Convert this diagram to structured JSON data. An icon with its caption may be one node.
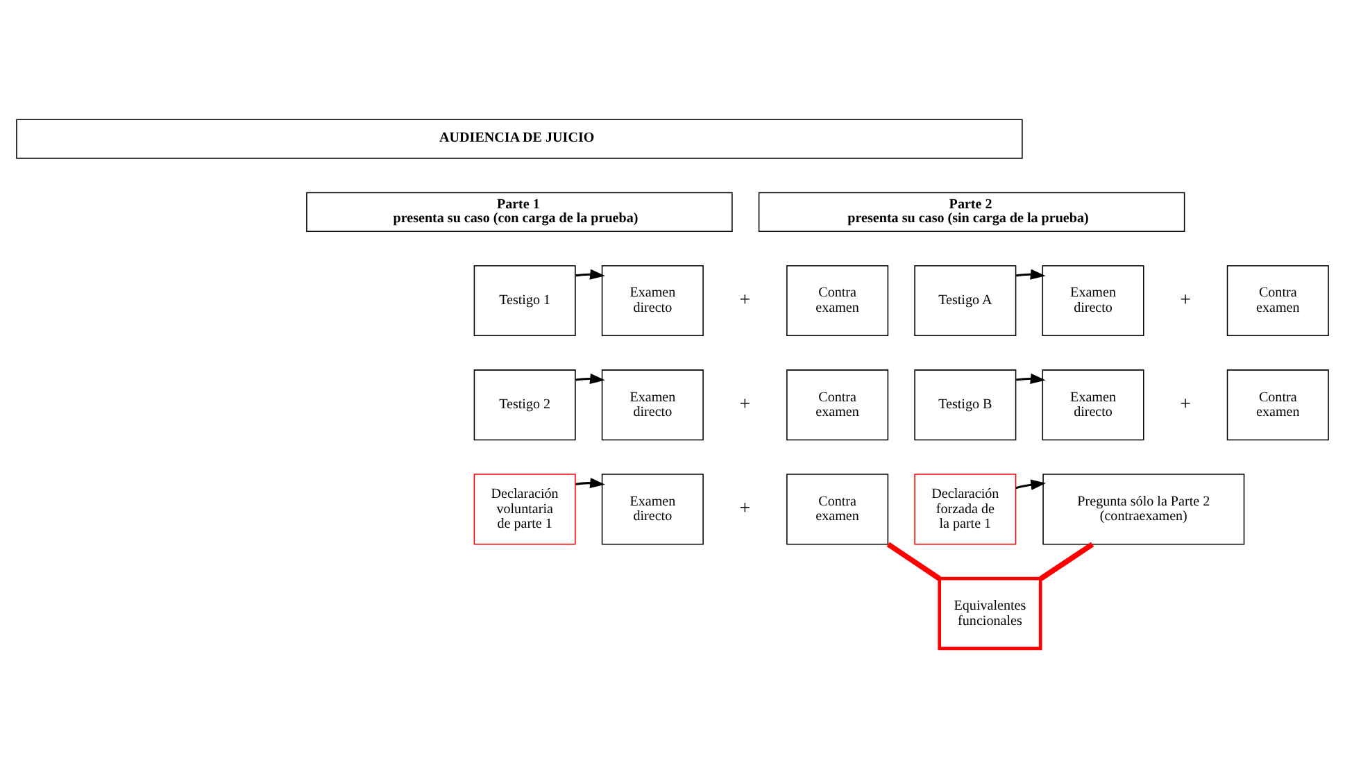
{
  "diagram": {
    "nodes": [
      {
        "text": [
          "AUDIENCIA DE JUICIO"
        ]
      },
      {
        "text": [
          "Parte 1",
          "presenta su caso (con carga de la prueba)"
        ]
      },
      {
        "text": [
          "Parte 2",
          "presenta su caso (sin carga de la prueba)"
        ]
      },
      {
        "text": [
          "Testigo 1"
        ]
      },
      {
        "text": [
          "Examen directo"
        ]
      },
      {
        "text": [
          "Contra examen"
        ]
      },
      {
        "text": [
          "Testigo 2"
        ]
      },
      {
        "text": [
          "Examen directo"
        ]
      },
      {
        "text": [
          "Contra examen"
        ]
      },
      {
        "text": [
          "Declaración voluntaria de parte 1"
        ]
      },
      {
        "text": [
          "Examen directo"
        ]
      },
      {
        "text": [
          "Contra examen"
        ]
      },
      {
        "text": [
          "Testigo A"
        ]
      },
      {
        "text": [
          "Examen directo"
        ]
      },
      {
        "text": [
          "Contra examen"
        ]
      },
      {
        "text": [
          "Testigo B"
        ]
      },
      {
        "text": [
          "Examen directo"
        ]
      },
      {
        "text": [
          "Contra examen"
        ]
      },
      {
        "text": [
          "Declaración forzada de la parte 1"
        ]
      },
      {
        "text": [
          "Pregunta sólo la Parte 2 (contraexamen)"
        ]
      },
      {
        "text": [
          "Equivalentes funcionales"
        ]
      }
    ],
    "edges": [
      {
        "from": 3,
        "to": 4,
        "arrow": "to"
      },
      {
        "from": 6,
        "to": 7,
        "arrow": "to"
      },
      {
        "from": 9,
        "to": 10,
        "arrow": "to"
      },
      {
        "from": 12,
        "to": 13,
        "arrow": "to"
      },
      {
        "from": 15,
        "to": 16,
        "arrow": "to"
      },
      {
        "from": 18,
        "to": 19,
        "arrow": "to"
      },
      {
        "from": 11,
        "to": 20,
        "arrow": "none",
        "style": "thick",
        "color": "#ff0000"
      },
      {
        "from": 19,
        "to": 20,
        "arrow": "none",
        "style": "thick",
        "color": "#ff0000"
      }
    ],
    "labels": [
      "+",
      "+",
      "+",
      "+",
      "+"
    ]
  }
}
